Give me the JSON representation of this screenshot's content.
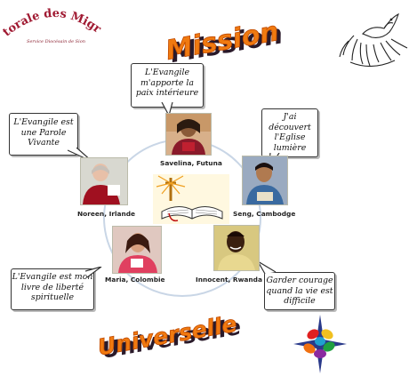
{
  "logo": {
    "title": "Pastorale des Migrants",
    "subtitle": "Service Diocésain de Sion"
  },
  "headline": "Mission",
  "footer_word": "Universelle",
  "people": [
    {
      "name": "Savelina, Futuna",
      "quote": "L'Evangile m'apporte la paix intérieure"
    },
    {
      "name": "Seng, Cambodge",
      "quote": "J'ai découvert l'Eglise lumière"
    },
    {
      "name": "Innocent, Rwanda",
      "quote": "Garder courage quand la vie est difficile"
    },
    {
      "name": "Maria, Colombie",
      "quote": "L'Evangile est mon livre de liberté spirituelle"
    },
    {
      "name": "Noreen, Irlande",
      "quote": "L'Evangile est une Parole Vivante"
    }
  ],
  "colors": {
    "ring": "#c9d6e6",
    "logo_red": "#a01a32",
    "word_orange": "#f07a10",
    "word_shadow": "#2a1a2a"
  },
  "icons": [
    "dove-hands-icon",
    "bible-cross-icon",
    "colorful-hands-compass-icon"
  ]
}
